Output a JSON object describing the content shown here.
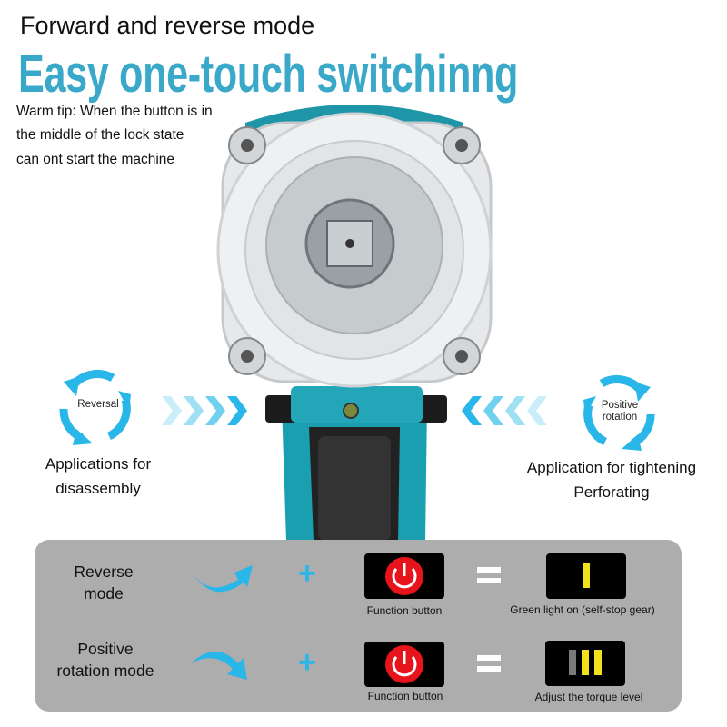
{
  "header": {
    "title": "Forward and reverse mode",
    "headline": "Easy one-touch switchinng"
  },
  "warm_tip": {
    "lines": [
      "Warm tip: When the button is in",
      "the middle of the lock state",
      "can ont start the machine"
    ]
  },
  "left_indicator": {
    "circle_label": "Reversal",
    "caption": [
      "Applications for",
      "disassembly"
    ]
  },
  "right_indicator": {
    "circle_label": [
      "Positive",
      "rotation"
    ],
    "caption": [
      "Application for tightening",
      "Perforating"
    ]
  },
  "panel": {
    "rows": [
      {
        "mode": [
          "Reverse",
          "mode"
        ],
        "button_label": "Function button",
        "result_label": "Green light on (self-stop gear)"
      },
      {
        "mode": [
          "Positive",
          "rotation mode"
        ],
        "button_label": "Function button",
        "result_label": "Adjust the torque level"
      }
    ]
  },
  "colors": {
    "accent": "#3aa9c9",
    "arrow": "#29b6e8",
    "power_red": "#e8141b",
    "led_yellow": "#f2e11b",
    "panel": "#adadad",
    "tool_teal": "#1fa3b3"
  }
}
